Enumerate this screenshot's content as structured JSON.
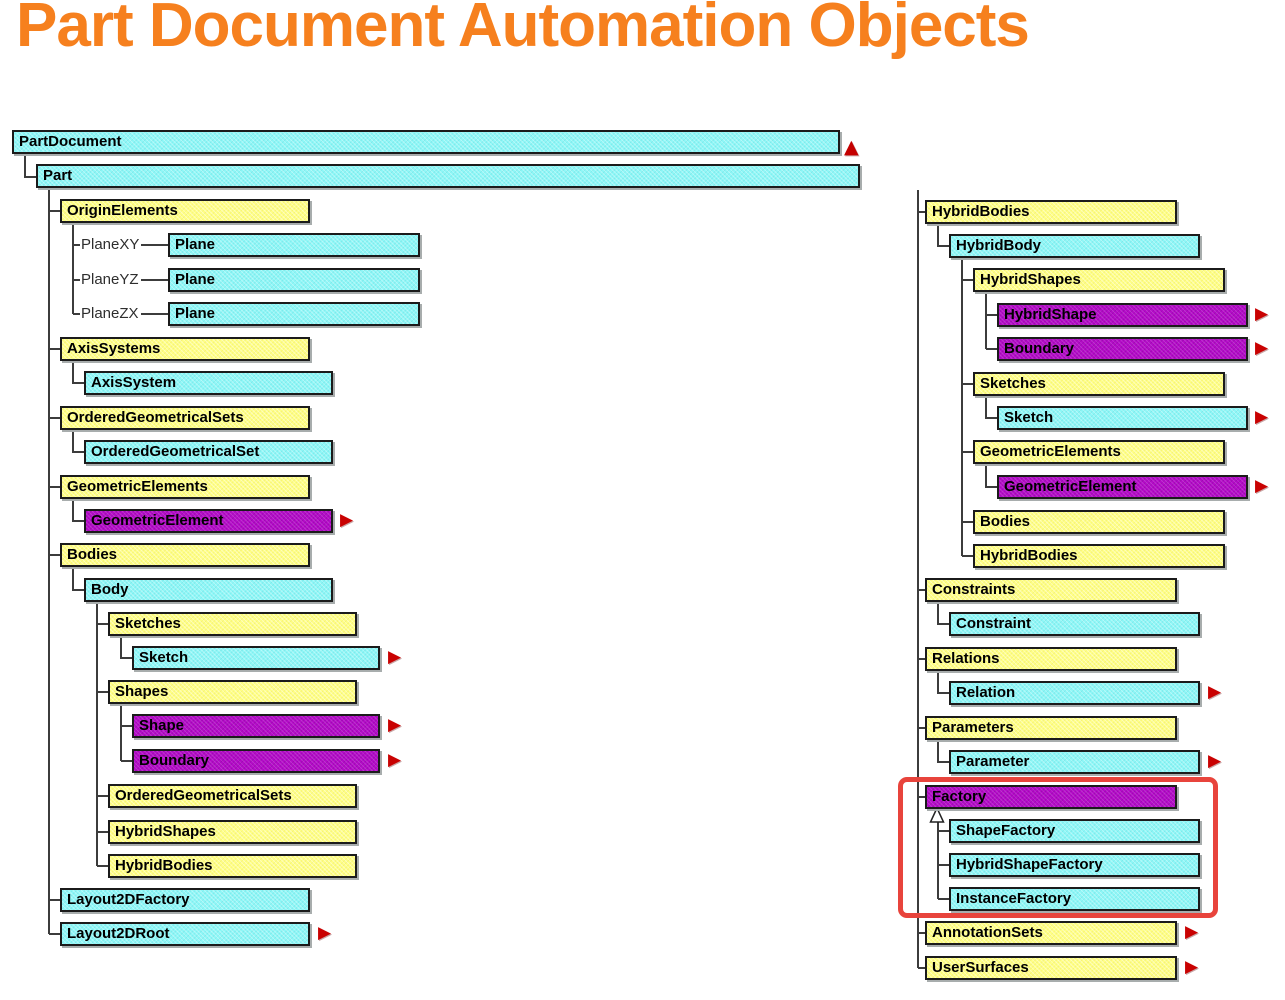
{
  "title": "Part Document Automation Objects",
  "palette": {
    "title_orange": "#F6801E",
    "object_box_cyan": "#8DF7F7",
    "collection_box_yellow": "#FFFF84",
    "abstract_box_magenta": "#B40AC8",
    "arrow_red": "#C90202",
    "highlight_frame_red": "#E8443C",
    "connector_gray": "#3C3C3C"
  },
  "icons": {
    "continuation_arrow": "▶",
    "parent_arrow": "▲",
    "inheritance_triangle": "△"
  },
  "plane_links": {
    "xy": "PlaneXY",
    "yz": "PlaneYZ",
    "zx": "PlaneZX"
  },
  "nodes": {
    "partdocument": "PartDocument",
    "part": "Part",
    "origin_elements": "OriginElements",
    "plane_xy": "Plane",
    "plane_yz": "Plane",
    "plane_zx": "Plane",
    "axis_systems": "AxisSystems",
    "axis_system": "AxisSystem",
    "ordered_geometrical_sets": "OrderedGeometricalSets",
    "ordered_geometrical_set": "OrderedGeometricalSet",
    "geometric_elements": "GeometricElements",
    "geometric_element": "GeometricElement",
    "bodies": "Bodies",
    "body": "Body",
    "sketches": "Sketches",
    "sketch": "Sketch",
    "shapes": "Shapes",
    "shape": "Shape",
    "boundary": "Boundary",
    "ordered_geometrical_sets_2": "OrderedGeometricalSets",
    "hybrid_shapes": "HybridShapes",
    "hybrid_bodies": "HybridBodies",
    "layout2d_factory": "Layout2DFactory",
    "layout2d_root": "Layout2DRoot",
    "r_hybrid_bodies": "HybridBodies",
    "r_hybrid_body": "HybridBody",
    "r_hybrid_shapes": "HybridShapes",
    "r_hybrid_shape": "HybridShape",
    "r_boundary": "Boundary",
    "r_sketches": "Sketches",
    "r_sketch": "Sketch",
    "r_geometric_elements": "GeometricElements",
    "r_geometric_element": "GeometricElement",
    "r_bodies": "Bodies",
    "r_hybrid_bodies_2": "HybridBodies",
    "constraints": "Constraints",
    "constraint": "Constraint",
    "relations": "Relations",
    "relation": "Relation",
    "parameters": "Parameters",
    "parameter": "Parameter",
    "factory": "Factory",
    "shape_factory": "ShapeFactory",
    "hybrid_shape_factory": "HybridShapeFactory",
    "instance_factory": "InstanceFactory",
    "annotation_sets": "AnnotationSets",
    "user_surfaces": "UserSurfaces"
  }
}
